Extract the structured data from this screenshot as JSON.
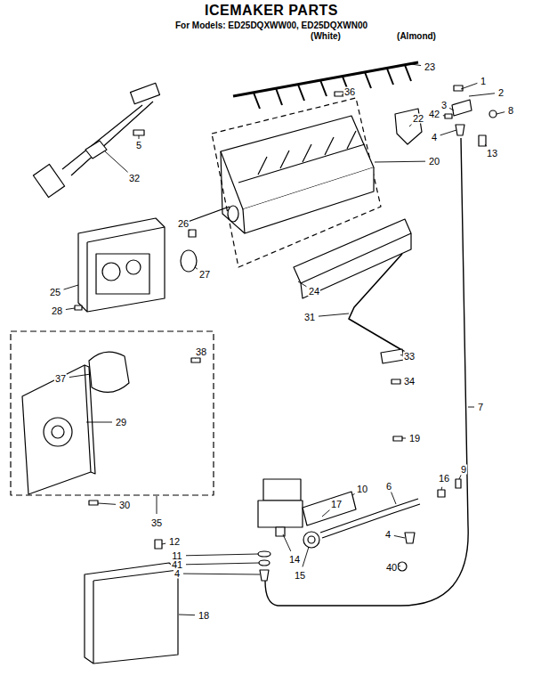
{
  "diagram": {
    "title": "ICEMAKER PARTS",
    "labels": [
      "For Models: ED25DQXWW00, ED25DQXWN00",
      "(White)",
      "(Almond)",
      "1",
      "2",
      "3",
      "8",
      "42",
      "4",
      "13",
      "23",
      "36",
      "22",
      "20",
      "5",
      "32",
      "26",
      "27",
      "25",
      "28",
      "24",
      "31",
      "37",
      "38",
      "29",
      "33",
      "34",
      "7",
      "19",
      "9",
      "16",
      "6",
      "10",
      "17",
      "30",
      "35",
      "12",
      "11",
      "41",
      "4",
      "14",
      "15",
      "4",
      "40",
      "18"
    ]
  }
}
